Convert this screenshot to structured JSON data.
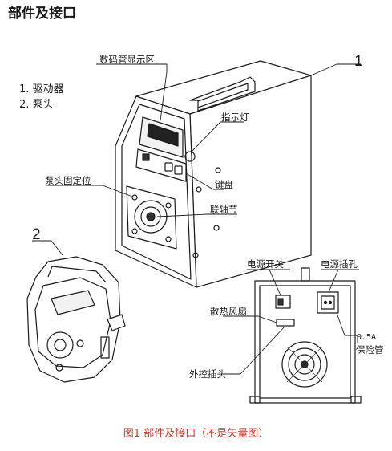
{
  "title": "部件及接口",
  "legend": [
    {
      "label": "1. 驱动器"
    },
    {
      "label": "2. 泵头"
    }
  ],
  "labels": {
    "display_area": "数码管显示区",
    "indicator": "指示灯",
    "keypad": "键盘",
    "pump_mount": "泵头固定位",
    "coupling": "联轴节",
    "power_switch": "电源开关",
    "power_socket": "电源插孔",
    "fan": "散热风扇",
    "ext_connector": "外控插头",
    "fuse_value": "0.5A",
    "fuse": "保险管"
  },
  "numbers": {
    "drive": "1",
    "pump_head": "2"
  },
  "caption": "图1 部件及接口（不是矢量图）",
  "colors": {
    "line": "#1a1a1a",
    "caption": "#c0392b"
  }
}
